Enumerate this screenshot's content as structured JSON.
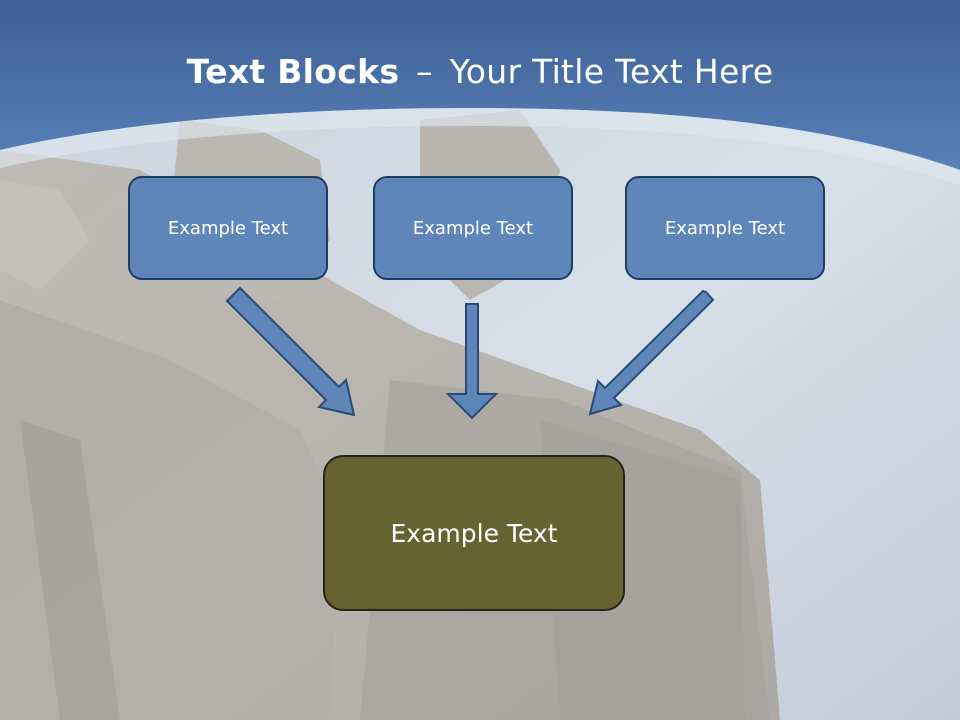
{
  "title": {
    "bold": "Text Blocks",
    "separator": "–",
    "rest": "Your Title Text Here"
  },
  "blocks": [
    {
      "label": "Example Text"
    },
    {
      "label": "Example Text"
    },
    {
      "label": "Example Text"
    }
  ],
  "target": {
    "label": "Example Text"
  },
  "colors": {
    "header_blue": "#4a72a8",
    "block_fill": "#5f86b8",
    "block_border": "#1f3c63",
    "target_fill": "#656332",
    "arrow_fill": "#5f86b8",
    "arrow_stroke": "#2a4a78"
  }
}
